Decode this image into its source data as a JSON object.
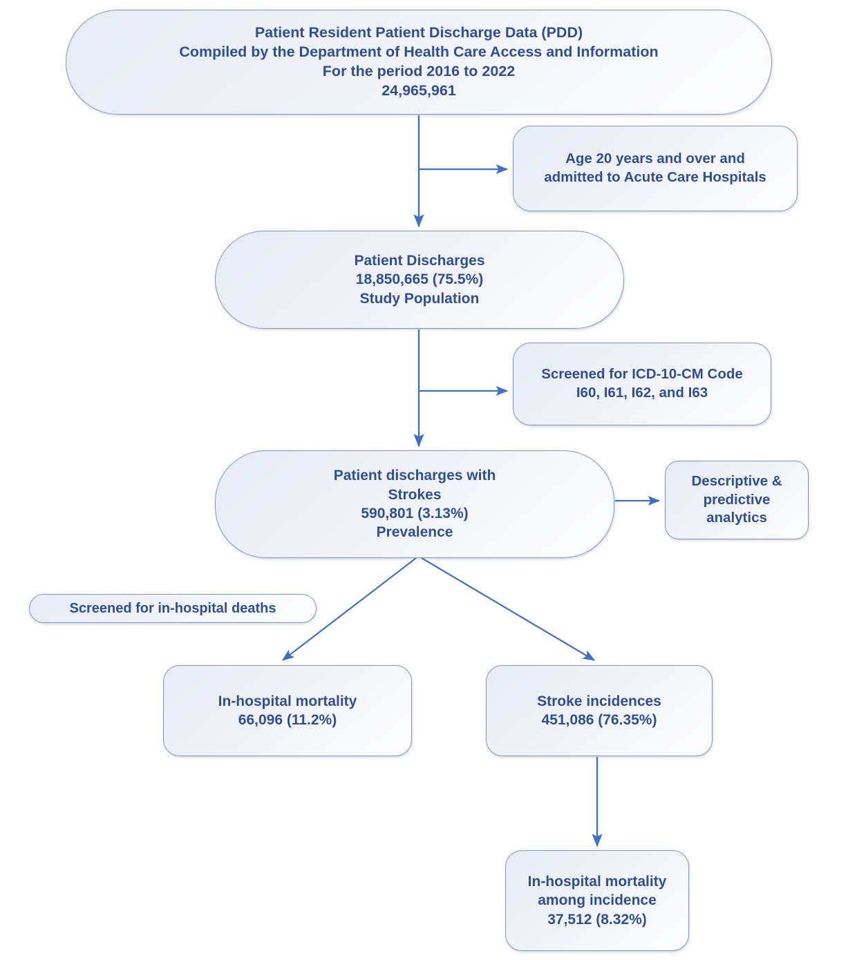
{
  "diagram": {
    "title": "Patient discharge data study flow diagram",
    "type": "flowchart",
    "colors": {
      "text": "#2f4f91",
      "node_border": "#7d96c6",
      "connector": "#4170bd",
      "node_fill_start": "#e7ebf4",
      "node_fill_end": "#fdfdfe",
      "background": "#ffffff"
    },
    "nodes": {
      "source": {
        "name": "data-source",
        "lines": [
          "Patient Resident Patient Discharge Data (PDD)",
          "Compiled by the Department of Health Care Access and Information",
          "For the period 2016 to 2022",
          "24,965,961"
        ],
        "count": "24,965,961",
        "period": "2016 to 2022"
      },
      "age_filter": {
        "name": "age-and-hospital-filter",
        "lines": [
          "Age 20 years and over and",
          "admitted to Acute Care Hospitals"
        ]
      },
      "discharges": {
        "name": "patient-discharges",
        "lines": [
          "Patient Discharges",
          "18,850,665 (75.5%)",
          "Study Population"
        ],
        "count": "18,850,665",
        "percent": "75.5%"
      },
      "icd_filter": {
        "name": "icd-code-screen",
        "lines": [
          "Screened for ICD-10-CM Code",
          "I60, I61, I62, and I63"
        ],
        "codes": [
          "I60",
          "I61",
          "I62",
          "I63"
        ]
      },
      "strokes": {
        "name": "patient-discharges-with-strokes",
        "lines": [
          "Patient discharges with",
          "Strokes",
          "590,801 (3.13%)",
          "Prevalence"
        ],
        "count": "590,801",
        "percent": "3.13%"
      },
      "analytics": {
        "name": "descriptive-predictive-analytics",
        "lines": [
          "Descriptive &",
          "predictive",
          "analytics"
        ]
      },
      "deaths_filter": {
        "name": "in-hospital-deaths-screen",
        "lines": [
          "Screened for in-hospital deaths"
        ]
      },
      "mortality": {
        "name": "in-hospital-mortality",
        "lines": [
          "In-hospital mortality",
          "66,096 (11.2%)"
        ],
        "count": "66,096",
        "percent": "11.2%"
      },
      "incidences": {
        "name": "stroke-incidences",
        "lines": [
          "Stroke incidences",
          "451,086 (76.35%)"
        ],
        "count": "451,086",
        "percent": "76.35%"
      },
      "mortality_incidence": {
        "name": "in-hospital-mortality-among-incidence",
        "lines": [
          "In-hospital mortality",
          "among incidence",
          "37,512 (8.32%)"
        ],
        "count": "37,512",
        "percent": "8.32%"
      }
    },
    "edges": [
      {
        "from": "source",
        "to": "discharges",
        "style": "vertical-arrow"
      },
      {
        "from": "source",
        "to": "age_filter",
        "style": "branch-right-arrow"
      },
      {
        "from": "discharges",
        "to": "strokes",
        "style": "vertical-arrow"
      },
      {
        "from": "discharges",
        "to": "icd_filter",
        "style": "branch-right-arrow"
      },
      {
        "from": "strokes",
        "to": "analytics",
        "style": "horizontal-arrow"
      },
      {
        "from": "strokes",
        "to": "mortality",
        "style": "diagonal-arrow-left"
      },
      {
        "from": "strokes",
        "to": "incidences",
        "style": "diagonal-arrow-right"
      },
      {
        "from": "incidences",
        "to": "mortality_incidence",
        "style": "vertical-arrow"
      }
    ]
  }
}
